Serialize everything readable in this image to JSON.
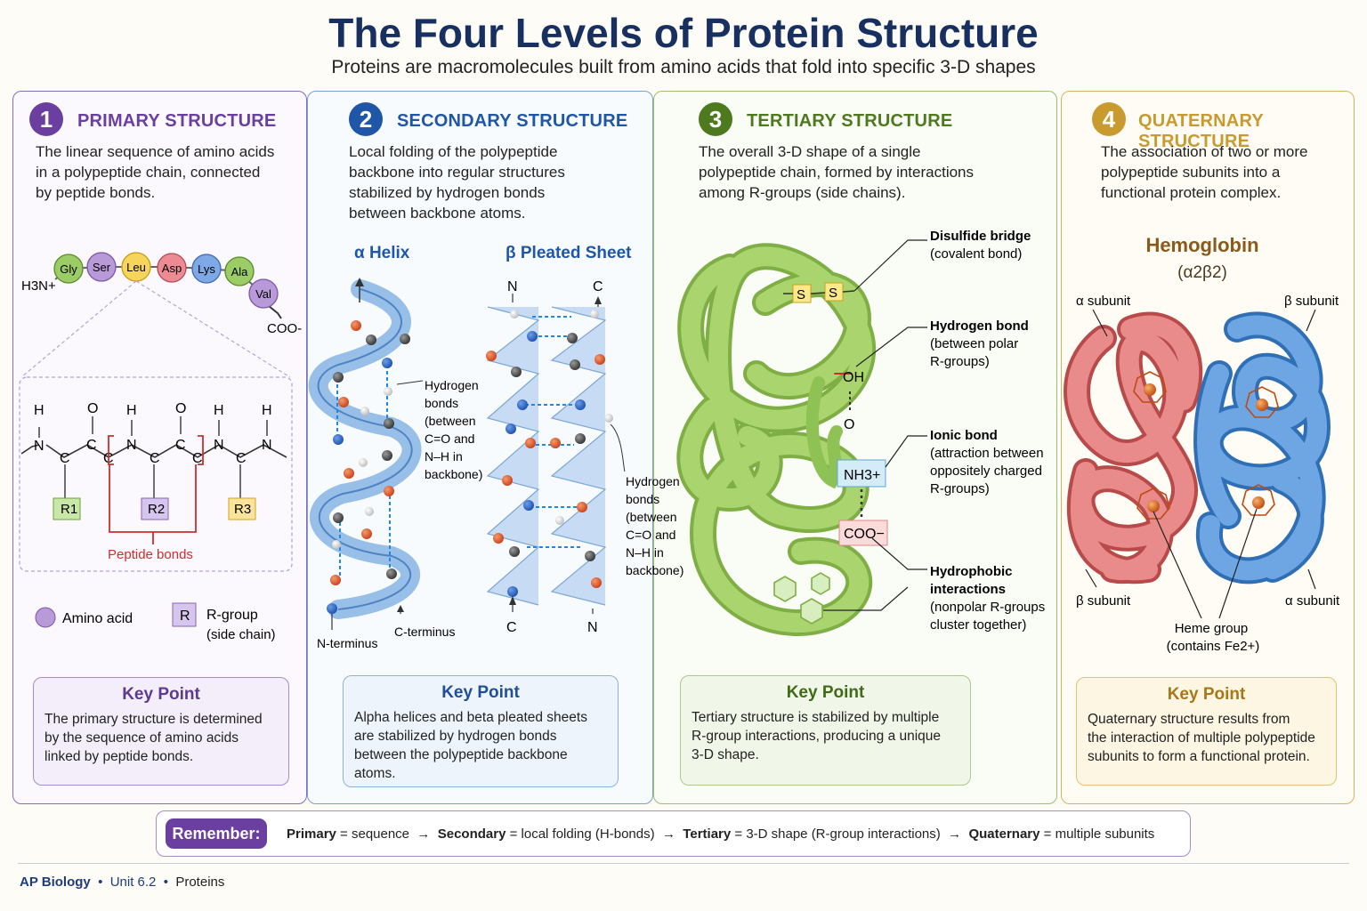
{
  "header": {
    "title": "The Four Levels of Protein Structure",
    "subtitle": "Proteins are macromolecules built from amino acids that fold into specific 3-D shapes"
  },
  "colors": {
    "primary": "#6b3fa0",
    "secondary": "#1f56a8",
    "tertiary": "#4e7a1f",
    "quaternary": "#b8860b",
    "title": "#17305f"
  },
  "primary": {
    "number": "1",
    "title": "PRIMARY STRUCTURE",
    "description": [
      "The linear sequence of amino acids",
      "in a polypeptide chain, connected",
      "by peptide bonds."
    ],
    "n_terminus": "H3N+",
    "c_terminus": "COO-",
    "amino_acids": [
      "Gly",
      "Ser",
      "Leu",
      "Asp",
      "Lys",
      "Ala",
      "Val"
    ],
    "chain_atoms": {
      "h": "H",
      "n": "N",
      "c": "C",
      "o": "O"
    },
    "r_groups": [
      "R1",
      "R2",
      "R3"
    ],
    "peptide_bonds_label": "Peptide bonds",
    "legend_amino": "Amino acid",
    "legend_r_symbol": "R",
    "legend_r_label": "R-group",
    "legend_r_sub": "(side chain)",
    "key_point_title": "Key Point",
    "key_point_text": [
      "The primary structure is determined",
      "by the sequence of amino acids",
      "linked by peptide bonds."
    ]
  },
  "secondary": {
    "number": "2",
    "title": "SECONDARY STRUCTURE",
    "description": [
      "Local folding of the polypeptide",
      "backbone into regular structures",
      "stabilized by hydrogen bonds",
      "between backbone atoms."
    ],
    "helix_title": "α Helix",
    "sheet_title": "β Pleated Sheet",
    "helix_hbond_label": [
      "Hydrogen",
      "bonds",
      "(between",
      "C=O and",
      "N–H in",
      "backbone)"
    ],
    "sheet_hbond_label": [
      "Hydrogen",
      "bonds",
      "(between",
      "C=O and",
      "N–H in",
      "backbone)"
    ],
    "n_terminus": "N-terminus",
    "c_terminus": "C-terminus",
    "sheet_ends": {
      "top_left": "N",
      "top_right": "C",
      "bottom_left": "C",
      "bottom_right": "N"
    },
    "key_point_title": "Key Point",
    "key_point_text": [
      "Alpha helices and beta pleated sheets",
      "are stabilized by hydrogen bonds",
      "between the polypeptide backbone",
      "atoms."
    ]
  },
  "tertiary": {
    "number": "3",
    "title": "TERTIARY STRUCTURE",
    "description": [
      "The overall 3-D shape of a single",
      "polypeptide chain, formed by interactions",
      "among R-groups (side chains)."
    ],
    "labels": {
      "s": "S",
      "oh": "OH",
      "o": "O",
      "nh3": "NH3+",
      "coo": "COO−"
    },
    "interactions": [
      {
        "name": "Disulfide bridge",
        "detail": [
          "(covalent bond)"
        ]
      },
      {
        "name": "Hydrogen bond",
        "detail": [
          "(between polar",
          "R-groups)"
        ]
      },
      {
        "name": "Ionic bond",
        "detail": [
          "(attraction between",
          "oppositely charged",
          "R-groups)"
        ]
      },
      {
        "name": "Hydrophobic",
        "name2": "interactions",
        "detail": [
          "(nonpolar R-groups",
          "cluster together)"
        ]
      }
    ],
    "key_point_title": "Key Point",
    "key_point_text": [
      "Tertiary structure is stabilized by multiple",
      "R-group interactions, producing a unique",
      "3-D shape."
    ]
  },
  "quaternary": {
    "number": "4",
    "title": "QUATERNARY STRUCTURE",
    "description": [
      "The association of two or more",
      "polypeptide subunits into a",
      "functional protein complex."
    ],
    "protein_name": "Hemoglobin",
    "protein_formula": "(α2β2)",
    "subunit_labels": {
      "alpha_top": "α subunit",
      "beta_top": "β subunit",
      "beta_bottom": "β subunit",
      "alpha_bottom": "α subunit"
    },
    "heme_label": "Heme group",
    "heme_sub": "(contains Fe2+)",
    "key_point_title": "Key Point",
    "key_point_text": [
      "Quaternary structure results from",
      "the interaction of multiple polypeptide",
      "subunits to form a functional protein."
    ]
  },
  "remember": {
    "badge": "Remember:",
    "items": [
      {
        "term": "Primary",
        "def": "= sequence"
      },
      {
        "term": "Secondary",
        "def": "= local folding (H-bonds)"
      },
      {
        "term": "Tertiary",
        "def": "= 3-D shape (R-group interactions)"
      },
      {
        "term": "Quaternary",
        "def": "= multiple subunits"
      }
    ],
    "arrow": "→"
  },
  "footer": {
    "course": "AP Biology",
    "unit": "Unit 6.2",
    "topic": "Proteins",
    "separator": "•"
  }
}
